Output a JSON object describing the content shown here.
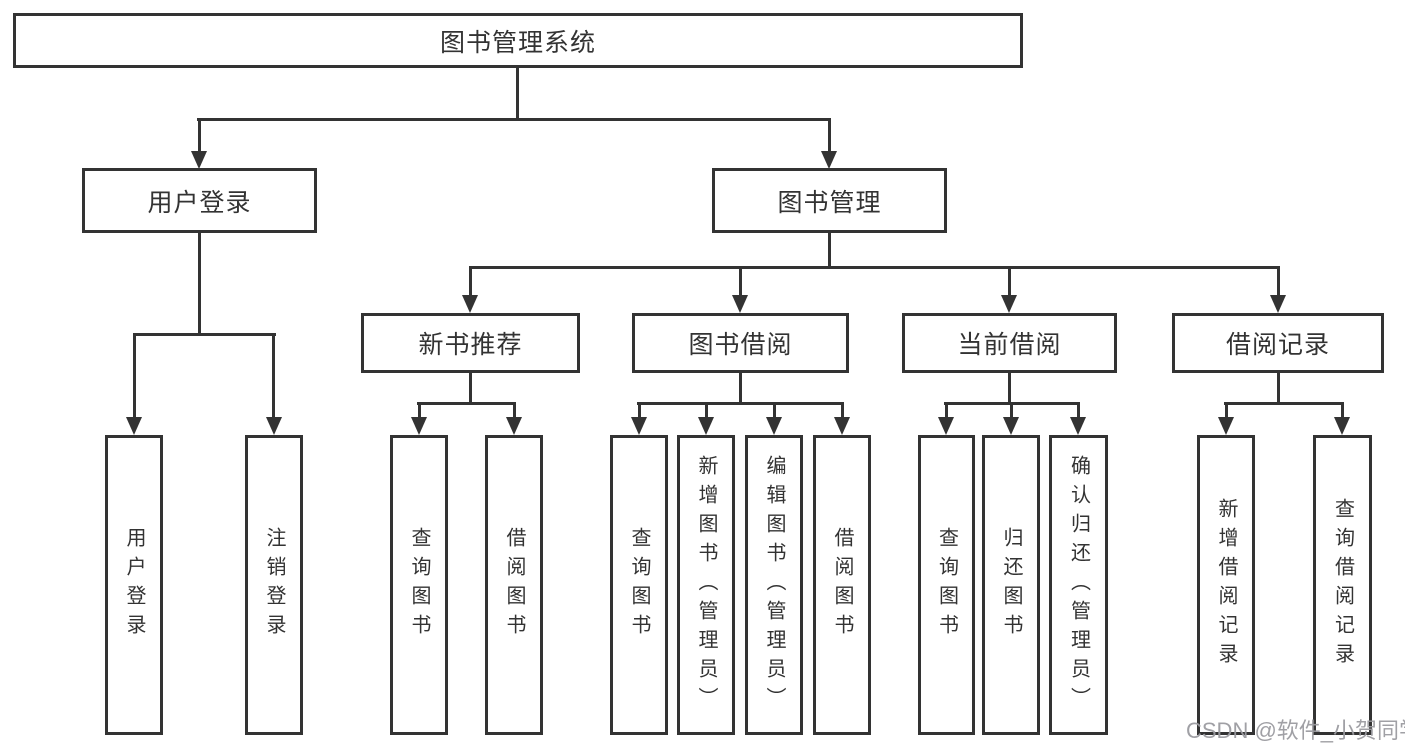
{
  "diagram": {
    "type": "hierarchy-tree",
    "orientation": "top-down"
  },
  "tree": {
    "label": "图书管理系统",
    "children": [
      {
        "label": "用户登录",
        "children": [
          {
            "label": "用户登录"
          },
          {
            "label": "注销登录"
          }
        ]
      },
      {
        "label": "图书管理",
        "children": [
          {
            "label": "新书推荐",
            "children": [
              {
                "label": "查询图书"
              },
              {
                "label": "借阅图书"
              }
            ]
          },
          {
            "label": "图书借阅",
            "children": [
              {
                "label": "查询图书"
              },
              {
                "label": "新增图书（管理员）"
              },
              {
                "label": "编辑图书（管理员）"
              },
              {
                "label": "借阅图书"
              }
            ]
          },
          {
            "label": "当前借阅",
            "children": [
              {
                "label": "查询图书"
              },
              {
                "label": "归还图书"
              },
              {
                "label": "确认归还（管理员）"
              }
            ]
          },
          {
            "label": "借阅记录",
            "children": [
              {
                "label": "新增借阅记录"
              },
              {
                "label": "查询借阅记录"
              }
            ]
          }
        ]
      }
    ]
  },
  "watermark": {
    "text": "CSDN @软件_小贺同学",
    "color": "#9b9ba0"
  },
  "colors": {
    "line": "#333333",
    "box_border": "#333333",
    "box_background": "#ffffff",
    "text": "#333333",
    "background": "#ffffff"
  }
}
